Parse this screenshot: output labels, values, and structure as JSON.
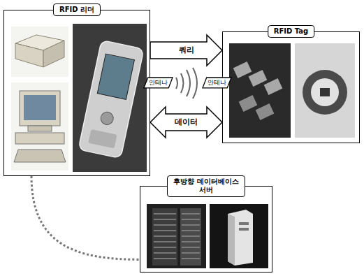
{
  "diagram": {
    "nodes": [
      {
        "text": [
          "RFID 리더"
        ]
      },
      {
        "text": [
          "RFID Tag"
        ]
      },
      {
        "text": [
          "안테나"
        ]
      },
      {
        "text": [
          "안테나"
        ]
      },
      {
        "text": [
          "후방향 데이터베이스 서버"
        ]
      }
    ],
    "edges": [
      {
        "from": 0,
        "to": 1,
        "label": "쿼리",
        "arrow": "to"
      },
      {
        "from": 0,
        "to": 1,
        "label": "데이터",
        "arrow": "both"
      },
      {
        "from": 0,
        "to": 4,
        "arrow": "none"
      }
    ]
  }
}
